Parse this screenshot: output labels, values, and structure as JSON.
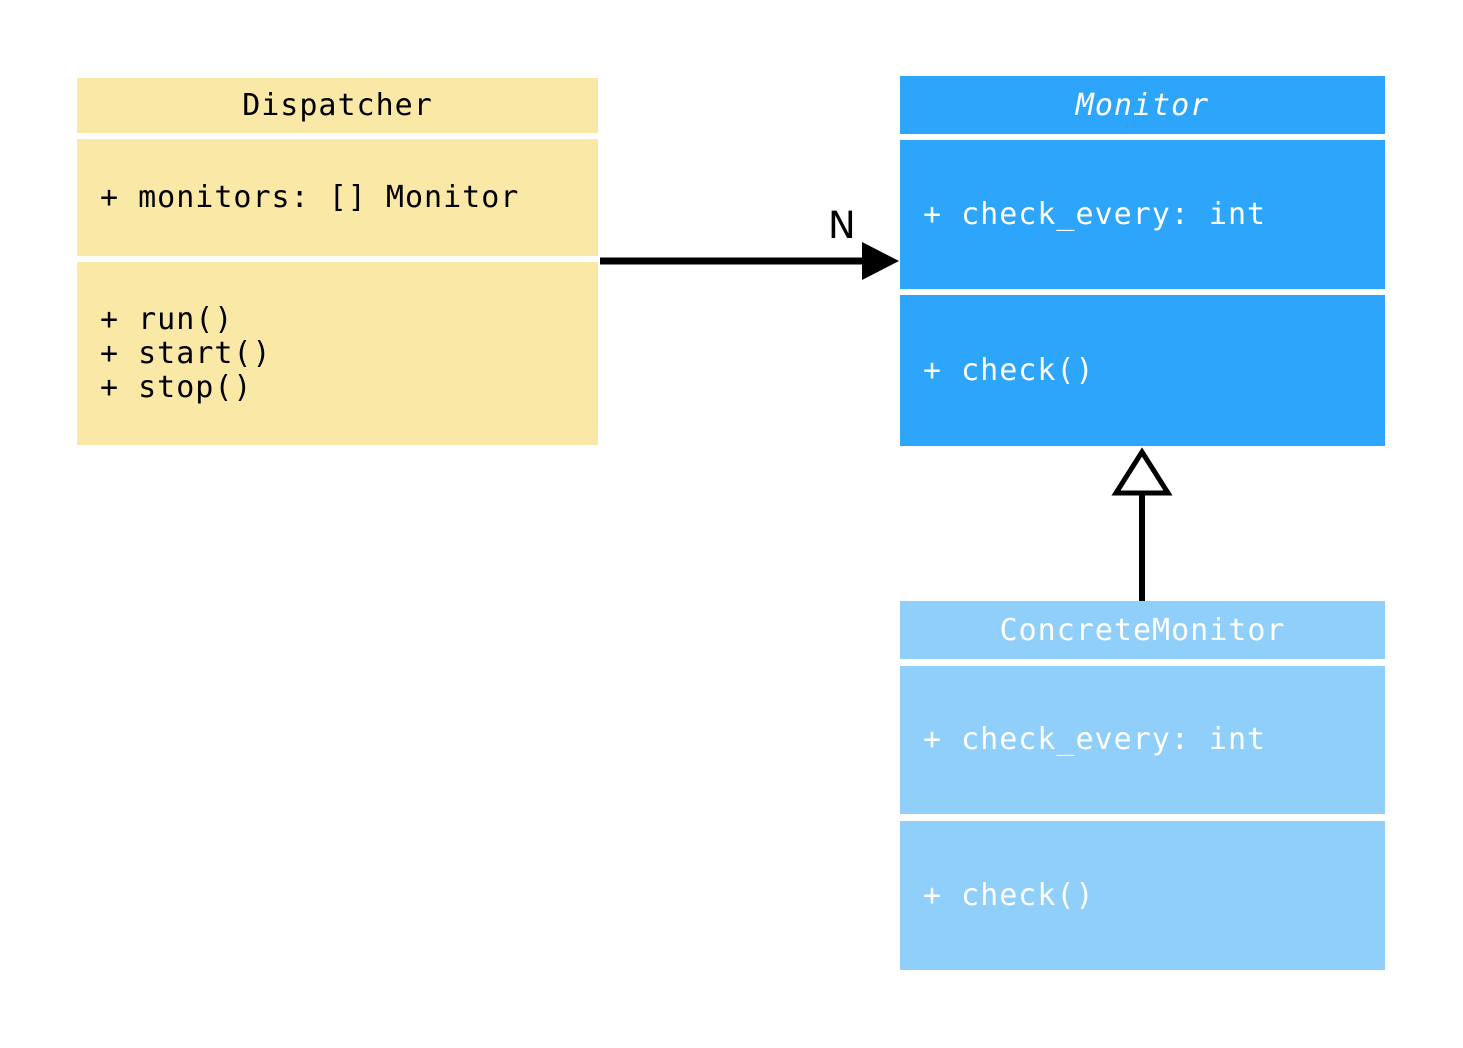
{
  "diagram": {
    "type": "uml-class-diagram",
    "classes": {
      "dispatcher": {
        "name": "Dispatcher",
        "attributes": [
          "+ monitors: [] Monitor"
        ],
        "methods": [
          "+ run()",
          "+ start()",
          "+ stop()"
        ],
        "fill": "#fae9a6",
        "text_color": "#000000",
        "abstract": false
      },
      "monitor": {
        "name": "Monitor",
        "attributes": [
          "+ check_every: int"
        ],
        "methods": [
          "+ check()"
        ],
        "fill": "#2da5fa",
        "text_color": "#ffffff",
        "abstract": true
      },
      "concrete_monitor": {
        "name": "ConcreteMonitor",
        "attributes": [
          "+ check_every: int"
        ],
        "methods": [
          "+ check()"
        ],
        "fill": "#90cff9",
        "text_color": "#ffffff",
        "abstract": false
      }
    },
    "relations": {
      "association": {
        "from": "Dispatcher",
        "to": "Monitor",
        "multiplicity_label": "N",
        "arrow_style": "filled-arrowhead",
        "color": "#000000"
      },
      "inheritance": {
        "from": "ConcreteMonitor",
        "to": "Monitor",
        "arrow_style": "hollow-triangle",
        "color": "#000000"
      }
    }
  }
}
